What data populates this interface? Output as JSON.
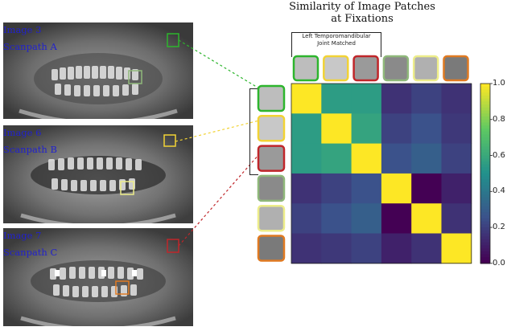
{
  "figure": {
    "title_line1": "Similarity of Image Patches",
    "title_line2": "at Fixations",
    "group_label_line1": "Left Temporomandibular",
    "group_label_line2": "Joint Matched",
    "images": [
      {
        "image_label": "Image 3",
        "scanpath_label": "Scanpath A"
      },
      {
        "image_label": "Image 6",
        "scanpath_label": "Scanpath B"
      },
      {
        "image_label": "Image 7",
        "scanpath_label": "Scanpath C"
      }
    ],
    "colors": {
      "green": "#2db52d",
      "yellow": "#f2d335",
      "red": "#c0262a",
      "gray_green": "#8fb87a",
      "light_yellow": "#eded8a",
      "orange": "#e07a22",
      "label_blue": "#2222cc"
    }
  },
  "chart_data": {
    "type": "heatmap",
    "rows": 6,
    "cols": 6,
    "values": [
      [
        1.0,
        0.55,
        0.55,
        0.15,
        0.2,
        0.15
      ],
      [
        0.55,
        1.0,
        0.58,
        0.2,
        0.25,
        0.17
      ],
      [
        0.55,
        0.58,
        1.0,
        0.25,
        0.3,
        0.2
      ],
      [
        0.15,
        0.2,
        0.25,
        1.0,
        0.0,
        0.1
      ],
      [
        0.2,
        0.25,
        0.3,
        0.0,
        1.0,
        0.15
      ],
      [
        0.15,
        0.17,
        0.2,
        0.1,
        0.15,
        1.0
      ]
    ],
    "vmin": 0.0,
    "vmax": 1.0,
    "colormap": "viridis",
    "colorbar_ticks": [
      "0.0",
      "0.2",
      "0.4",
      "0.6",
      "0.8",
      "1.0"
    ],
    "patch_border_colors": [
      "#2db52d",
      "#f2d335",
      "#c0262a",
      "#8fb87a",
      "#eded8a",
      "#e07a22"
    ]
  }
}
